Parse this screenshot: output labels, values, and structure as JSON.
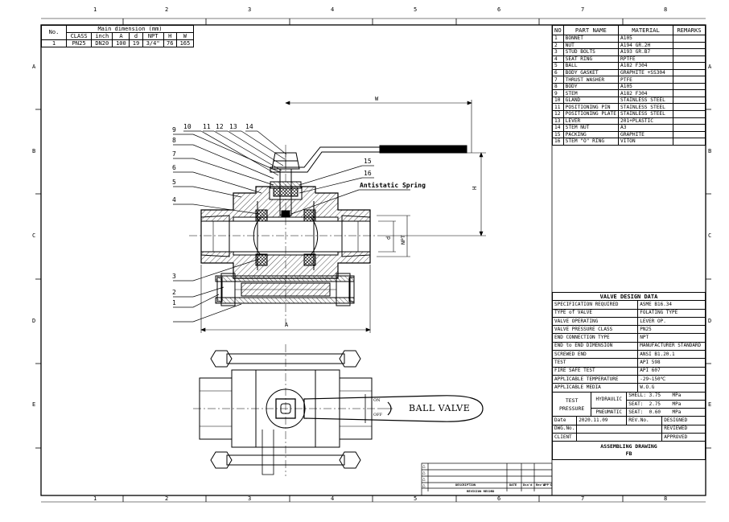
{
  "border": {
    "top_numbers": [
      "1",
      "2",
      "3",
      "4",
      "5",
      "6",
      "7",
      "8"
    ],
    "bottom_numbers": [
      "1",
      "2",
      "3",
      "4",
      "5",
      "6",
      "7",
      "8"
    ],
    "side_letters": [
      "A",
      "B",
      "C",
      "D",
      "E"
    ]
  },
  "dimension_table": {
    "no_label": "No.",
    "group_header": "Main dimension (mm)",
    "columns": [
      "CLASS",
      "inch",
      "A",
      "d",
      "NPT",
      "H",
      "W"
    ],
    "row": [
      "1",
      "PN25",
      "DN20",
      "100",
      "19",
      "3/4\"",
      "76",
      "165"
    ]
  },
  "parts_table": {
    "headers": [
      "NO",
      "PART NAME",
      "MATERIAL",
      "REMARKS"
    ],
    "rows": [
      {
        "no": "1",
        "name": "BONNET",
        "material": "A105"
      },
      {
        "no": "2",
        "name": "NUT",
        "material": "A194 GR.2H"
      },
      {
        "no": "3",
        "name": "STUD BOLTS",
        "material": "A193 GR.B7"
      },
      {
        "no": "4",
        "name": "SEAT RING",
        "material": "RPTFE"
      },
      {
        "no": "5",
        "name": "BALL",
        "material": "A182 F304"
      },
      {
        "no": "6",
        "name": "BODY GASKET",
        "material": "GRAPHITE +SS304"
      },
      {
        "no": "7",
        "name": "THRUST WASHER",
        "material": "PTFE"
      },
      {
        "no": "8",
        "name": "BODY",
        "material": "A105"
      },
      {
        "no": "9",
        "name": "STEM",
        "material": "A182 F304"
      },
      {
        "no": "10",
        "name": "GLAND",
        "material": "STAINLESS STEEL"
      },
      {
        "no": "11",
        "name": "POSITIONING PIN",
        "material": "STAINLESS STEEL"
      },
      {
        "no": "12",
        "name": "POSITIONING PLATE",
        "material": "STAINLESS STEEL"
      },
      {
        "no": "13",
        "name": "LEVER",
        "material": "201+PLASTIC"
      },
      {
        "no": "14",
        "name": "STEM NUT",
        "material": "A3"
      },
      {
        "no": "15",
        "name": "PACKING",
        "material": "GRAPHITE"
      },
      {
        "no": "16",
        "name": "STEM \"O\" RING",
        "material": "VITON"
      }
    ]
  },
  "design_data": {
    "title": "VALVE DESIGN DATA",
    "rows": [
      {
        "label": "SPECIFICATION REQUIRED",
        "value": "ASME B16.34"
      },
      {
        "label": "TYPE of VALVE",
        "value": "FOLATING TYPE"
      },
      {
        "label": "VALVE OPERATING",
        "value": "LEVER OP."
      },
      {
        "label": "VALVE PRESSURE CLASS",
        "value": "PN25"
      },
      {
        "label": "END CONNECTION TYPE",
        "value": "NPT"
      },
      {
        "label": "END to END DIMENSION",
        "value": "MANUFACTURER STANDARD"
      },
      {
        "label": "SCREWED END",
        "value": "ANSI B1.20.1"
      },
      {
        "label": "TEST",
        "value": "API 598"
      },
      {
        "label": "FIRE SAFE TEST",
        "value": "API 607"
      },
      {
        "label": "APPLICABLE TEMPERATURE",
        "value": "-29~150℃"
      },
      {
        "label": "APPLICABLE MEDIA",
        "value": "W.O.G"
      }
    ],
    "test_pressure": {
      "label_line1": "TEST",
      "label_line2": "PRESSURE",
      "hydraulic": "HYDRAULIC",
      "pneumatic": "PNEUMATIC",
      "shell_label": "SHELL:",
      "shell_value": "3.75",
      "shell_unit": "MPa",
      "seat_label": "SEAT:",
      "seat_value": "2.75",
      "seat_unit": "MPa",
      "seat2_label": "SEAT:",
      "seat2_value": "0.60",
      "seat2_unit": "MPa"
    },
    "date_label": "Date",
    "date_value": "2020.11.09",
    "rev_label": "REV.No.",
    "designed": "DESIGNED",
    "dwg_label": "DWG.No.",
    "reviewed": "REVIEWED",
    "client_label": "CLIENT",
    "approved": "APPROVED",
    "drawing_title": "ASSEMBLING DRAWING",
    "drawing_subtitle": "FB"
  },
  "revision_block": {
    "marks": [
      "△",
      "△",
      "△",
      "△"
    ],
    "description": "DESCRIPTION",
    "date": "DATE",
    "dsnd": "Dsn'd",
    "revd": "Rev'd",
    "appd": "APP'D",
    "title": "REVISION RECORD"
  },
  "drawing": {
    "callouts": [
      "1",
      "2",
      "3",
      "4",
      "5",
      "6",
      "7",
      "8",
      "9",
      "10",
      "11",
      "12",
      "13",
      "14",
      "15",
      "16"
    ],
    "antistatic_label": "Antistatic Spring",
    "dim_w": "W",
    "dim_h": "H",
    "dim_a": "A",
    "dim_d": "d",
    "dim_npt": "NPT",
    "plan_on": "ON",
    "plan_off": "OFF",
    "plan_label": "BALL VALVE"
  }
}
